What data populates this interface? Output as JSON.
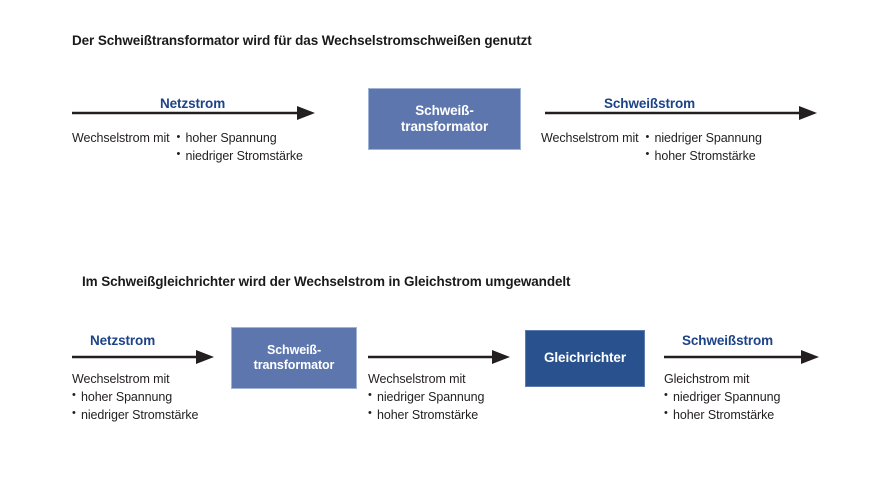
{
  "figure": {
    "background_color": "#ffffff",
    "accent_blue_text": "#1c4387",
    "box_fill_medium": "#5d77ae",
    "box_fill_dark": "#28518e",
    "arrow_color": "#231f20"
  },
  "sections": [
    {
      "id": "ac-welding",
      "title": "Der Schweißtransformator wird für das Wechselstromschweißen genutzt",
      "boxes": [
        {
          "id": "transformer",
          "line1": "Schweiß-",
          "line2": "transformator",
          "fill": "#5d77ae"
        }
      ],
      "flows": [
        {
          "id": "input",
          "label": "Netzstrom",
          "lead": "Wechselstrom mit",
          "bullets": [
            "hoher Spannung",
            "niedriger Stromstärke"
          ]
        },
        {
          "id": "output",
          "label": "Schweißstrom",
          "lead": "Wechselstrom mit",
          "bullets": [
            "niedriger Spannung",
            "hoher Stromstärke"
          ]
        }
      ]
    },
    {
      "id": "dc-rectifier",
      "title": "Im Schweißgleichrichter wird der Wechselstrom in Gleichstrom umgewandelt",
      "boxes": [
        {
          "id": "transformer",
          "line1": "Schweiß-",
          "line2": "transformator",
          "fill": "#5d77ae"
        },
        {
          "id": "rectifier",
          "line1": "Gleichrichter",
          "line2": "",
          "fill": "#28518e"
        }
      ],
      "flows": [
        {
          "id": "input",
          "label": "Netzstrom",
          "lead": "Wechselstrom mit",
          "bullets": [
            "hoher Spannung",
            "niedriger Stromstärke"
          ]
        },
        {
          "id": "intermediate",
          "label": "",
          "lead": "Wechselstrom mit",
          "bullets": [
            "niedriger Spannung",
            "hoher Stromstärke"
          ]
        },
        {
          "id": "output",
          "label": "Schweißstrom",
          "lead": "Gleichstrom mit",
          "bullets": [
            "niedriger Spannung",
            "hoher Stromstärke"
          ]
        }
      ]
    }
  ]
}
